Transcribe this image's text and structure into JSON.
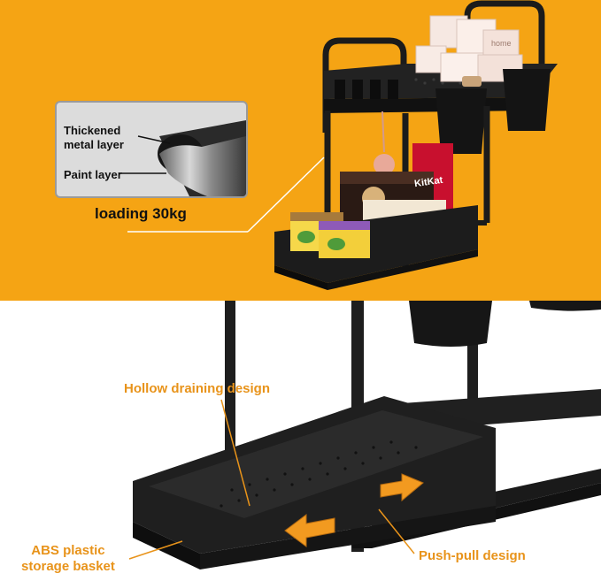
{
  "inset": {
    "thickened_label": "Thickened\nmetal layer",
    "paint_label": "Paint layer"
  },
  "loading_label": "loading 30kg",
  "callouts": {
    "hollow": "Hollow draining design",
    "abs": "ABS plastic\nstorage basket",
    "push_pull": "Push-pull design"
  },
  "product_text": {
    "kitkat": "KitKat",
    "home": "home"
  },
  "colors": {
    "orange_background": "#f5a414",
    "callout_orange": "#e8931a",
    "rack_black": "#1b1b1b"
  }
}
